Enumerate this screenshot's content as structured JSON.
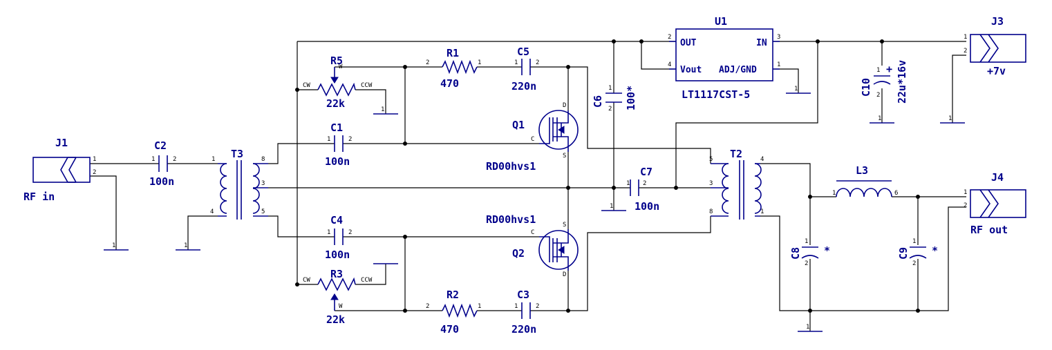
{
  "components": {
    "j1": {
      "ref": "J1",
      "name": "RF  in",
      "pins": [
        "1",
        "2"
      ]
    },
    "j3": {
      "ref": "J3",
      "name": "+7v",
      "pins": [
        "1",
        "2"
      ]
    },
    "j4": {
      "ref": "J4",
      "name": "RF  out",
      "pins": [
        "1",
        "2"
      ]
    },
    "c1": {
      "ref": "C1",
      "value": "100n",
      "pins": [
        "1",
        "2"
      ]
    },
    "c2": {
      "ref": "C2",
      "value": "100n",
      "pins": [
        "1",
        "2"
      ]
    },
    "c3": {
      "ref": "C3",
      "value": "220n",
      "pins": [
        "1",
        "2"
      ]
    },
    "c4": {
      "ref": "C4",
      "value": "100n",
      "pins": [
        "1",
        "2"
      ]
    },
    "c5": {
      "ref": "C5",
      "value": "220n",
      "pins": [
        "1",
        "2"
      ]
    },
    "c6": {
      "ref": "C6",
      "value": "100*",
      "pins": [
        "1",
        "2"
      ]
    },
    "c7": {
      "ref": "C7",
      "value": "100n",
      "pins": [
        "1",
        "2"
      ]
    },
    "c8": {
      "ref": "C8",
      "value": "*",
      "pins": [
        "1",
        "2"
      ]
    },
    "c9": {
      "ref": "C9",
      "value": "*",
      "pins": [
        "1",
        "2"
      ]
    },
    "c10": {
      "ref": "C10",
      "value": "22u*16v",
      "pins": [
        "1",
        "2"
      ],
      "polarity": "+"
    },
    "r1": {
      "ref": "R1",
      "value": "470",
      "pins": [
        "2",
        "1"
      ]
    },
    "r2": {
      "ref": "R2",
      "value": "470",
      "pins": [
        "2",
        "1"
      ]
    },
    "r3": {
      "ref": "R3",
      "value": "22k",
      "pins": [
        "CW",
        "CCW",
        "W"
      ]
    },
    "r5": {
      "ref": "R5",
      "value": "22k",
      "pins": [
        "CW",
        "CCW",
        "W"
      ]
    },
    "q1": {
      "ref": "Q1",
      "value": "RD00hvs1",
      "pins": [
        "D",
        "S",
        "C"
      ]
    },
    "q2": {
      "ref": "Q2",
      "value": "RD00hvs1",
      "pins": [
        "S",
        "D",
        "C"
      ]
    },
    "t2": {
      "ref": "T2",
      "pins": [
        "5",
        "3",
        "8",
        "4",
        "1"
      ]
    },
    "t3": {
      "ref": "T3",
      "pins": [
        "1",
        "4",
        "8",
        "3",
        "5"
      ]
    },
    "l3": {
      "ref": "L3",
      "pins": [
        "1",
        "6"
      ]
    },
    "u1": {
      "ref": "U1",
      "value": "LT1117CST-5",
      "pins": [
        {
          "num": "2",
          "name": "OUT"
        },
        {
          "num": "4",
          "name": "Vout"
        },
        {
          "num": "3",
          "name": "IN"
        },
        {
          "num": "1",
          "name": "ADJ/GND"
        }
      ]
    },
    "gnd": {
      "pin": "1"
    }
  },
  "colors": {
    "symbol": "#00008b",
    "wire": "#000000",
    "background": "#ffffff"
  }
}
